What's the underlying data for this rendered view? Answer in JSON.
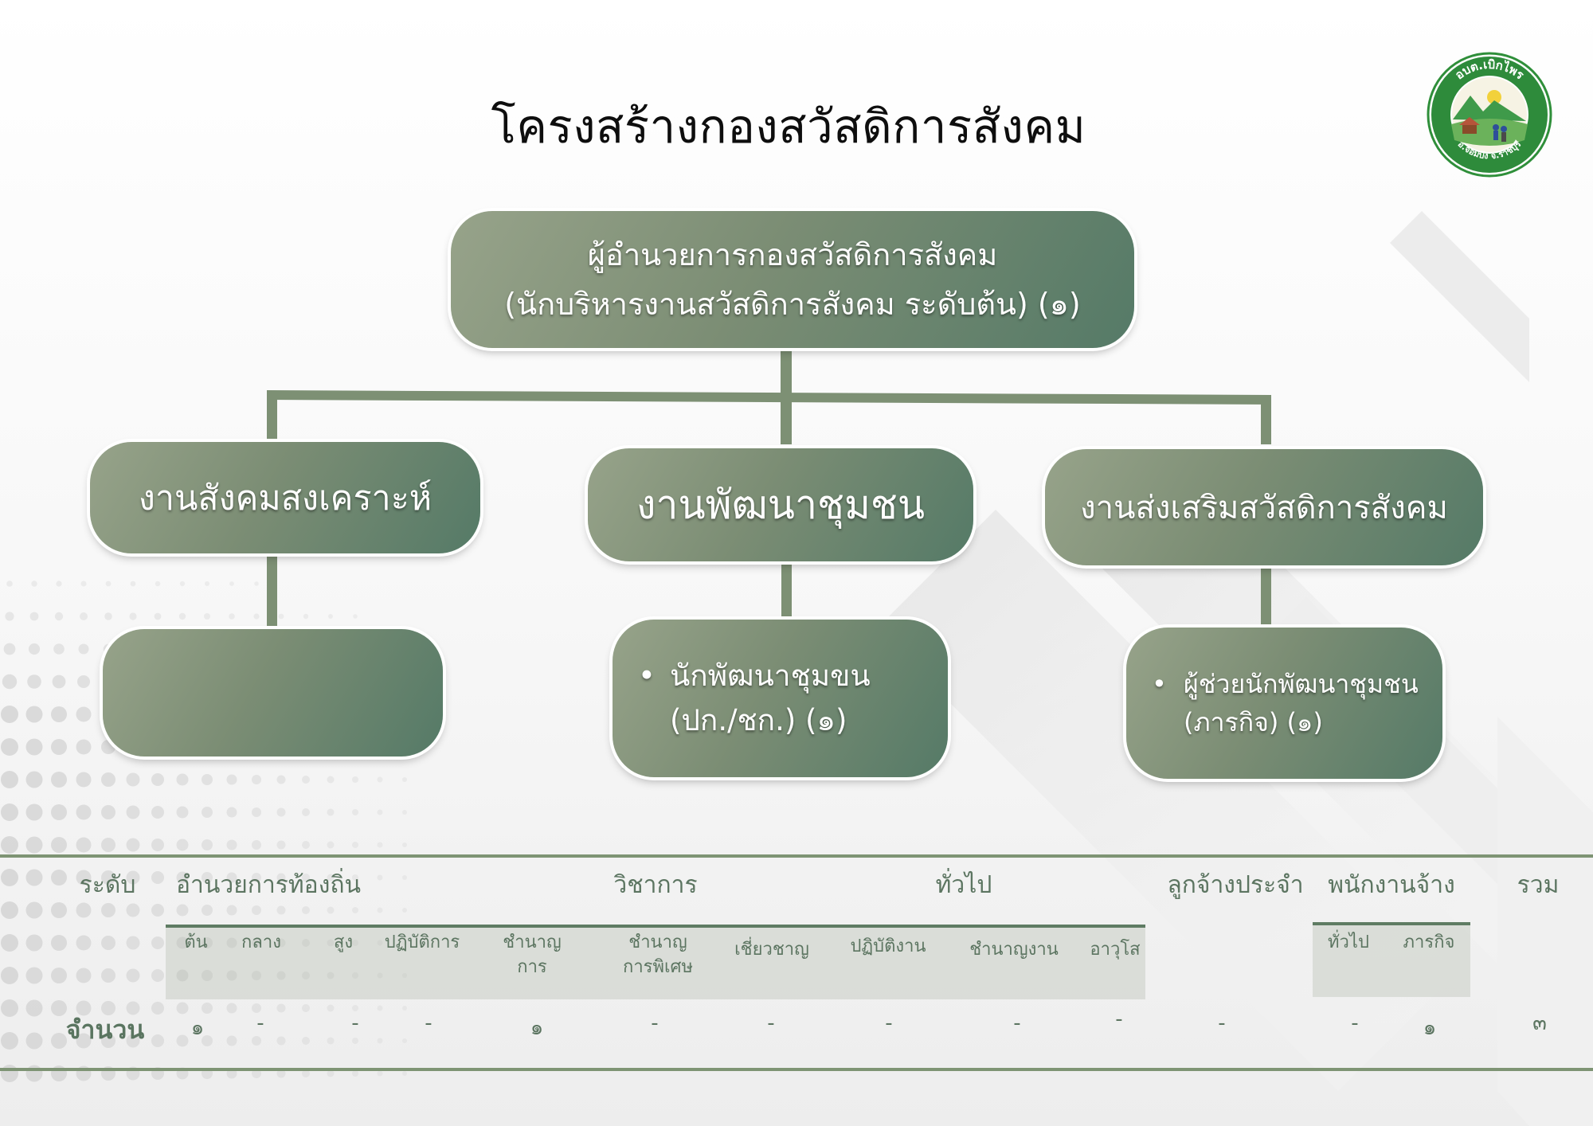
{
  "title": "โครงสร้างกองสวัสดิการสังคม",
  "logo": {
    "ring_text": "อบต.เบิกไพร",
    "ring_text_bottom": "อ.จอมบึง จ.ราชบุรี"
  },
  "chart": {
    "head": {
      "line1": "ผู้อำนวยการกองสวัสดิการสังคม",
      "line2": "(นักบริหารงานสวัสดิการสังคม ระดับต้น) (๑)"
    },
    "units": [
      {
        "name": "งานสังคมสงเคราะห์",
        "positions": []
      },
      {
        "name": "งานพัฒนาชุมชน",
        "positions": [
          {
            "line1": "นักพัฒนาชุมขน",
            "line2": "(ปก./ชก.) (๑)"
          }
        ]
      },
      {
        "name": "งานส่งเสริมสวัสดิการสังคม",
        "positions": [
          {
            "line1": "ผู้ช่วยนักพัฒนาชุมชน",
            "line2": "(ภารกิจ) (๑)"
          }
        ]
      }
    ]
  },
  "table": {
    "groups": {
      "level": "ระดับ",
      "local_director": "อำนวยการท้องถิ่น",
      "academic": "วิชาการ",
      "general": "ทั่วไป",
      "permanent_employee": "ลูกจ้างประจำ",
      "contract_employee": "พนักงานจ้าง",
      "total": "รวม"
    },
    "sub": {
      "early": "ต้น",
      "middle": "กลาง",
      "high": "สูง",
      "practitioner": "ปฏิบัติการ",
      "skilled_1": "ชำนาญ",
      "skilled_2": "การ",
      "special_1": "ชำนาญ",
      "special_2": "การพิเศษ",
      "expert": "เชี่ยวชาญ",
      "operation": "ปฏิบัติงาน",
      "skilled_work": "ชำนาญงาน",
      "senior": "อาวุโส",
      "ce_general": "ทั่วไป",
      "ce_mission": "ภารกิจ"
    },
    "row_label": "จำนวน",
    "values": {
      "early": "๑",
      "middle": "-",
      "high": "-",
      "practitioner": "-",
      "skilled": "๑",
      "special": "-",
      "expert": "-",
      "operation": "-",
      "skilled_work": "-",
      "senior": "-",
      "permanent": "-",
      "ce_general": "-",
      "ce_mission": "๑",
      "total": "๓"
    }
  }
}
